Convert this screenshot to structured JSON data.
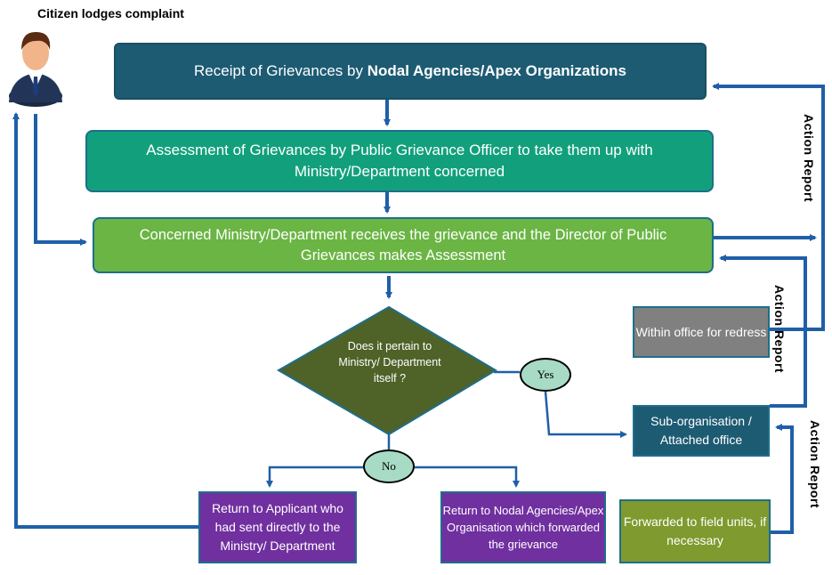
{
  "title": "Citizen lodges complaint",
  "nodes": {
    "receipt": {
      "text_plain": "Receipt of Grievances by ",
      "text_bold": "Nodal Agencies/Apex Organizations"
    },
    "assessment": {
      "text": "Assessment of Grievances by Public Grievance Officer  to take them up with Ministry/Department concerned"
    },
    "concerned": {
      "text": "Concerned Ministry/Department receives the grievance and the Director of Public Grievances makes Assessment"
    },
    "decision": {
      "text": "Does it pertain to Ministry/ Department itself ?"
    },
    "yes": {
      "text": "Yes"
    },
    "no": {
      "text": "No"
    },
    "within_office": {
      "text": "Within office for redress"
    },
    "sub_org": {
      "text": "Sub-organisation / Attached office"
    },
    "field_units": {
      "text": "Forwarded to field units, if necessary"
    },
    "return_applicant": {
      "text": "Return to Applicant who had sent directly to the Ministry/ Department"
    },
    "return_nodal": {
      "text": "Return to Nodal Agencies/Apex Organisation which forwarded the grievance"
    }
  },
  "labels": {
    "action_report_1": "Action Report",
    "action_report_2": "Action Report",
    "action_report_3": "Action Report"
  },
  "colors": {
    "arrow": "#1f5fa8",
    "receipt": "#1d5b73",
    "assessment": "#12a07c",
    "concerned": "#6ab543",
    "decision": "#4f6228",
    "purple": "#7030a0",
    "field": "#7f9a2e",
    "gray": "#808080"
  }
}
